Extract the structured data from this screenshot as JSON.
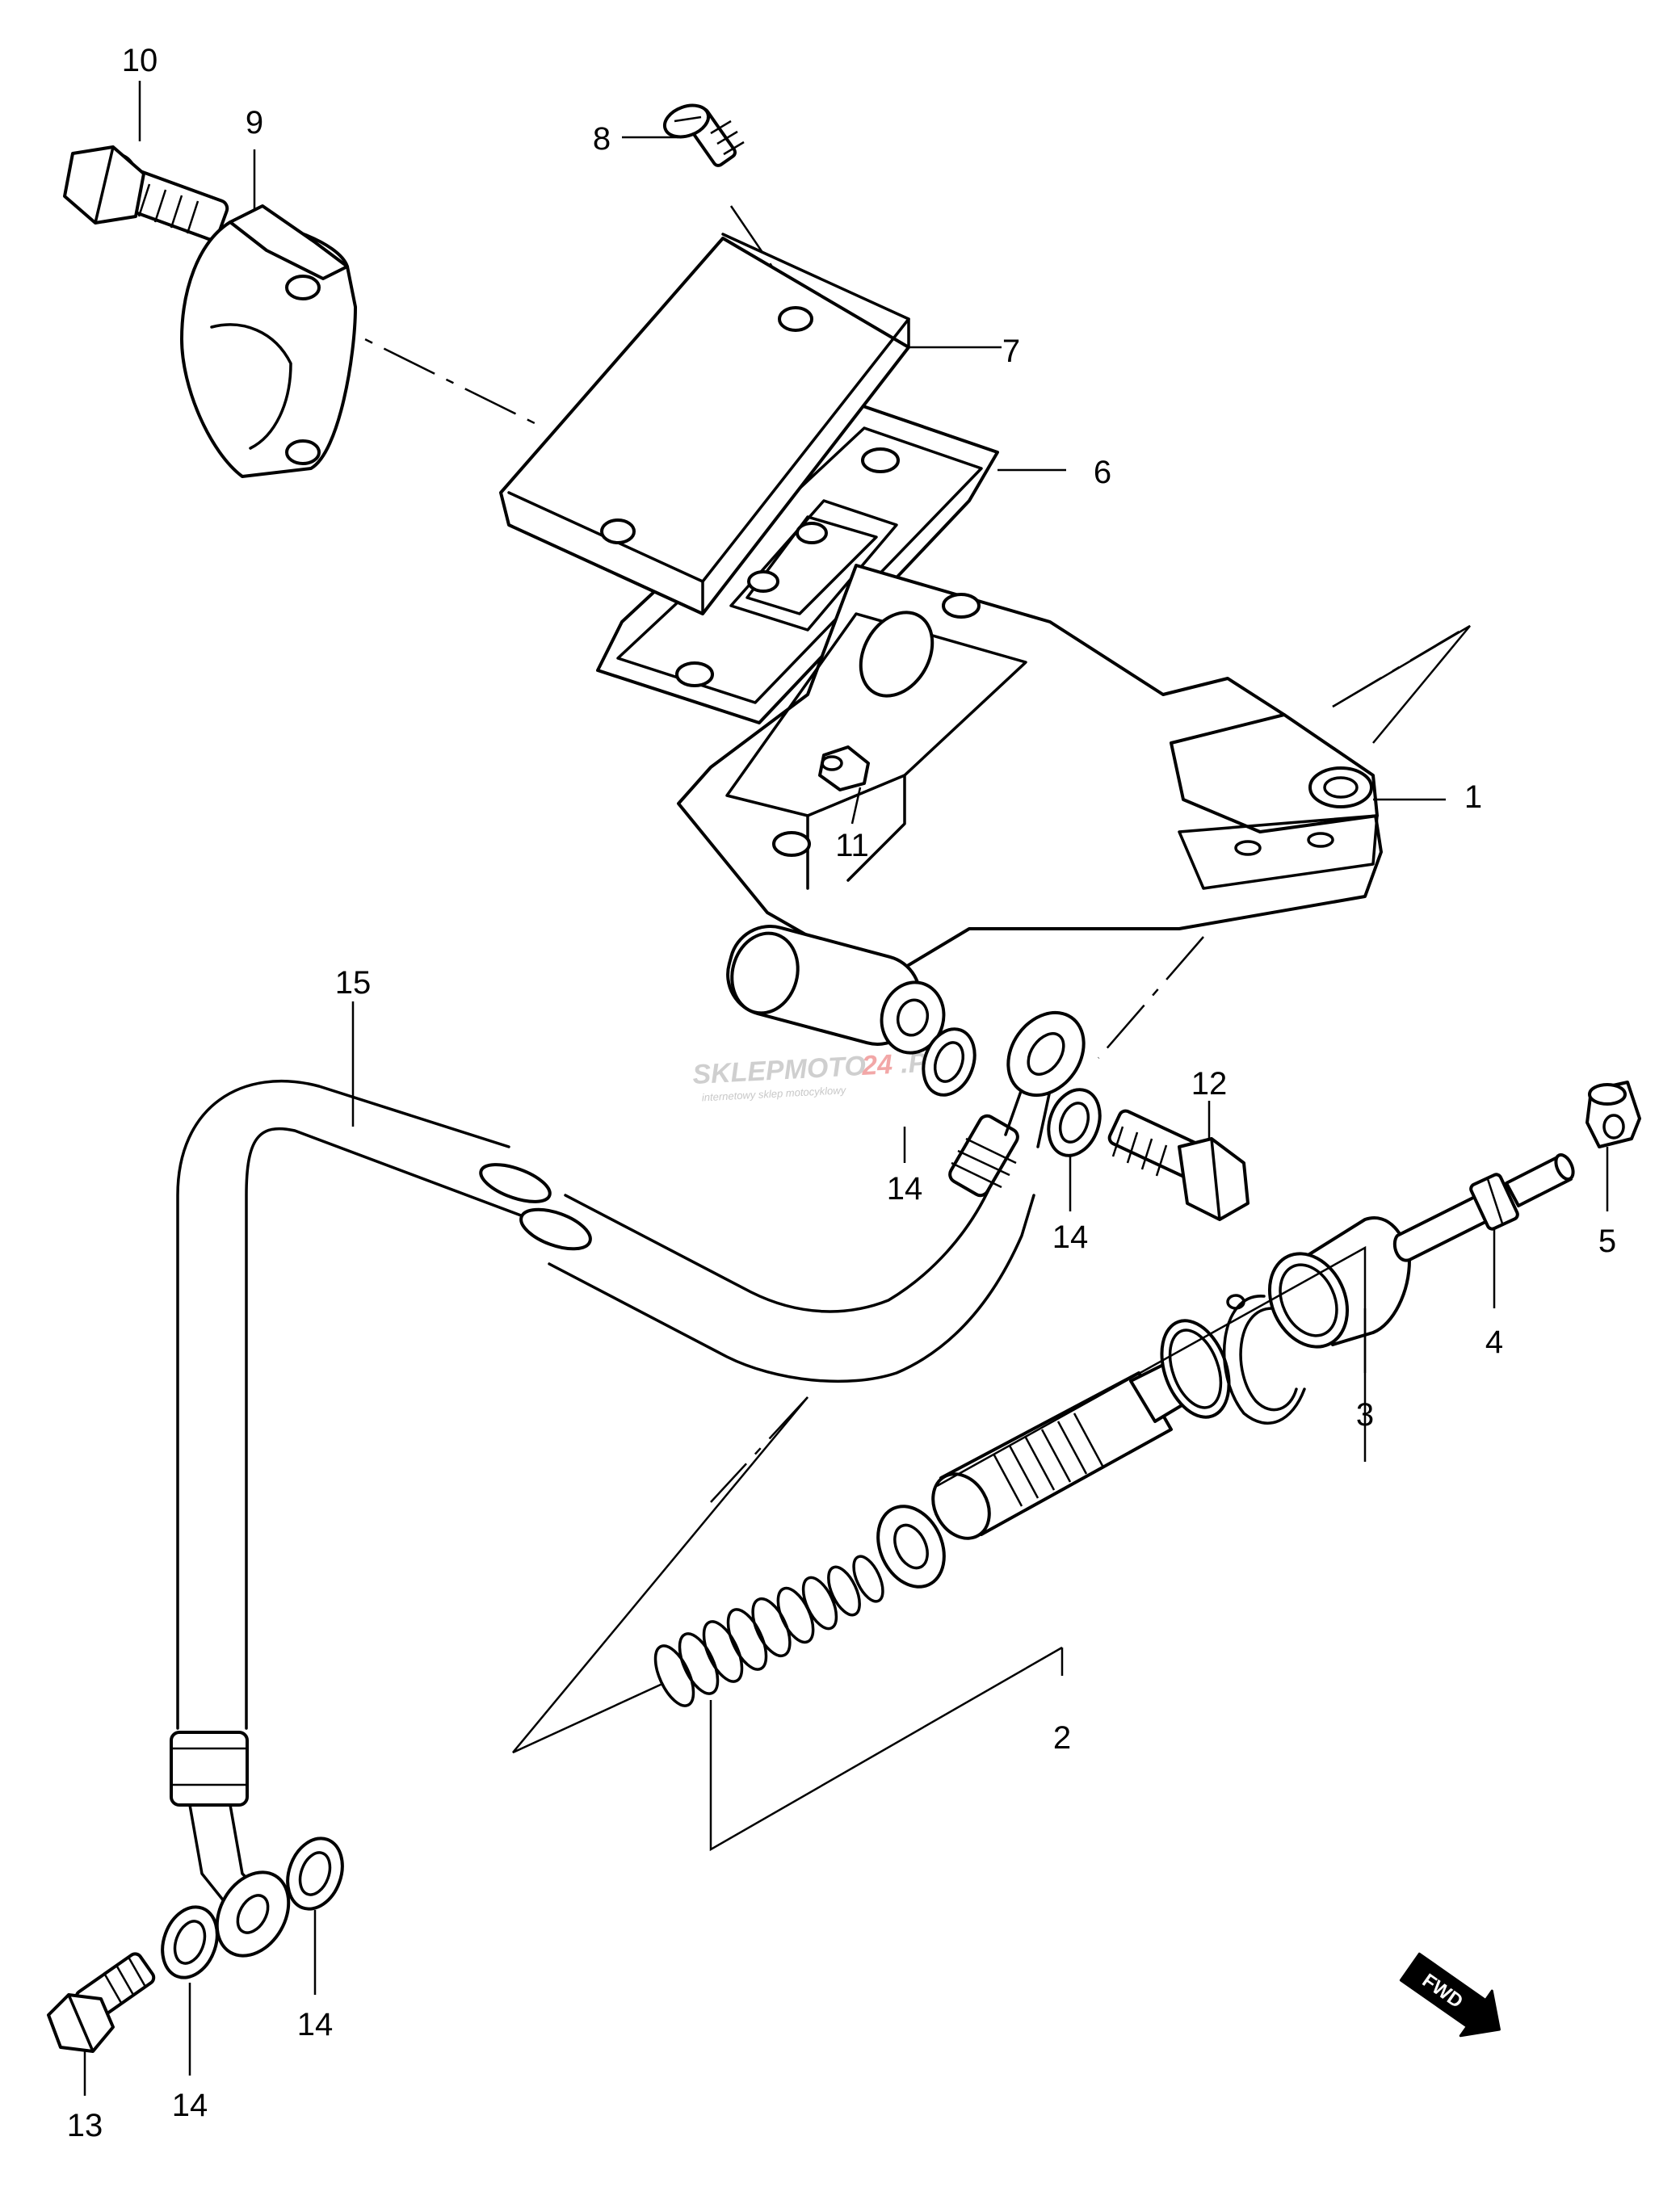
{
  "callouts": {
    "c1": "1",
    "c2": "2",
    "c3": "3",
    "c4": "4",
    "c5": "5",
    "c6": "6",
    "c7": "7",
    "c8": "8",
    "c9": "9",
    "c10": "10",
    "c11": "11",
    "c12": "12",
    "c13": "13",
    "c15": "15",
    "c14a": "14",
    "c14b": "14",
    "c14c": "14",
    "c14d": "14"
  },
  "watermark": {
    "brand_a": "SKLEPMOTO",
    "brand_b": "24",
    "brand_c": ".PL",
    "tagline": "internetowy sklep motocyklowy"
  },
  "fwd_badge": "FWD"
}
